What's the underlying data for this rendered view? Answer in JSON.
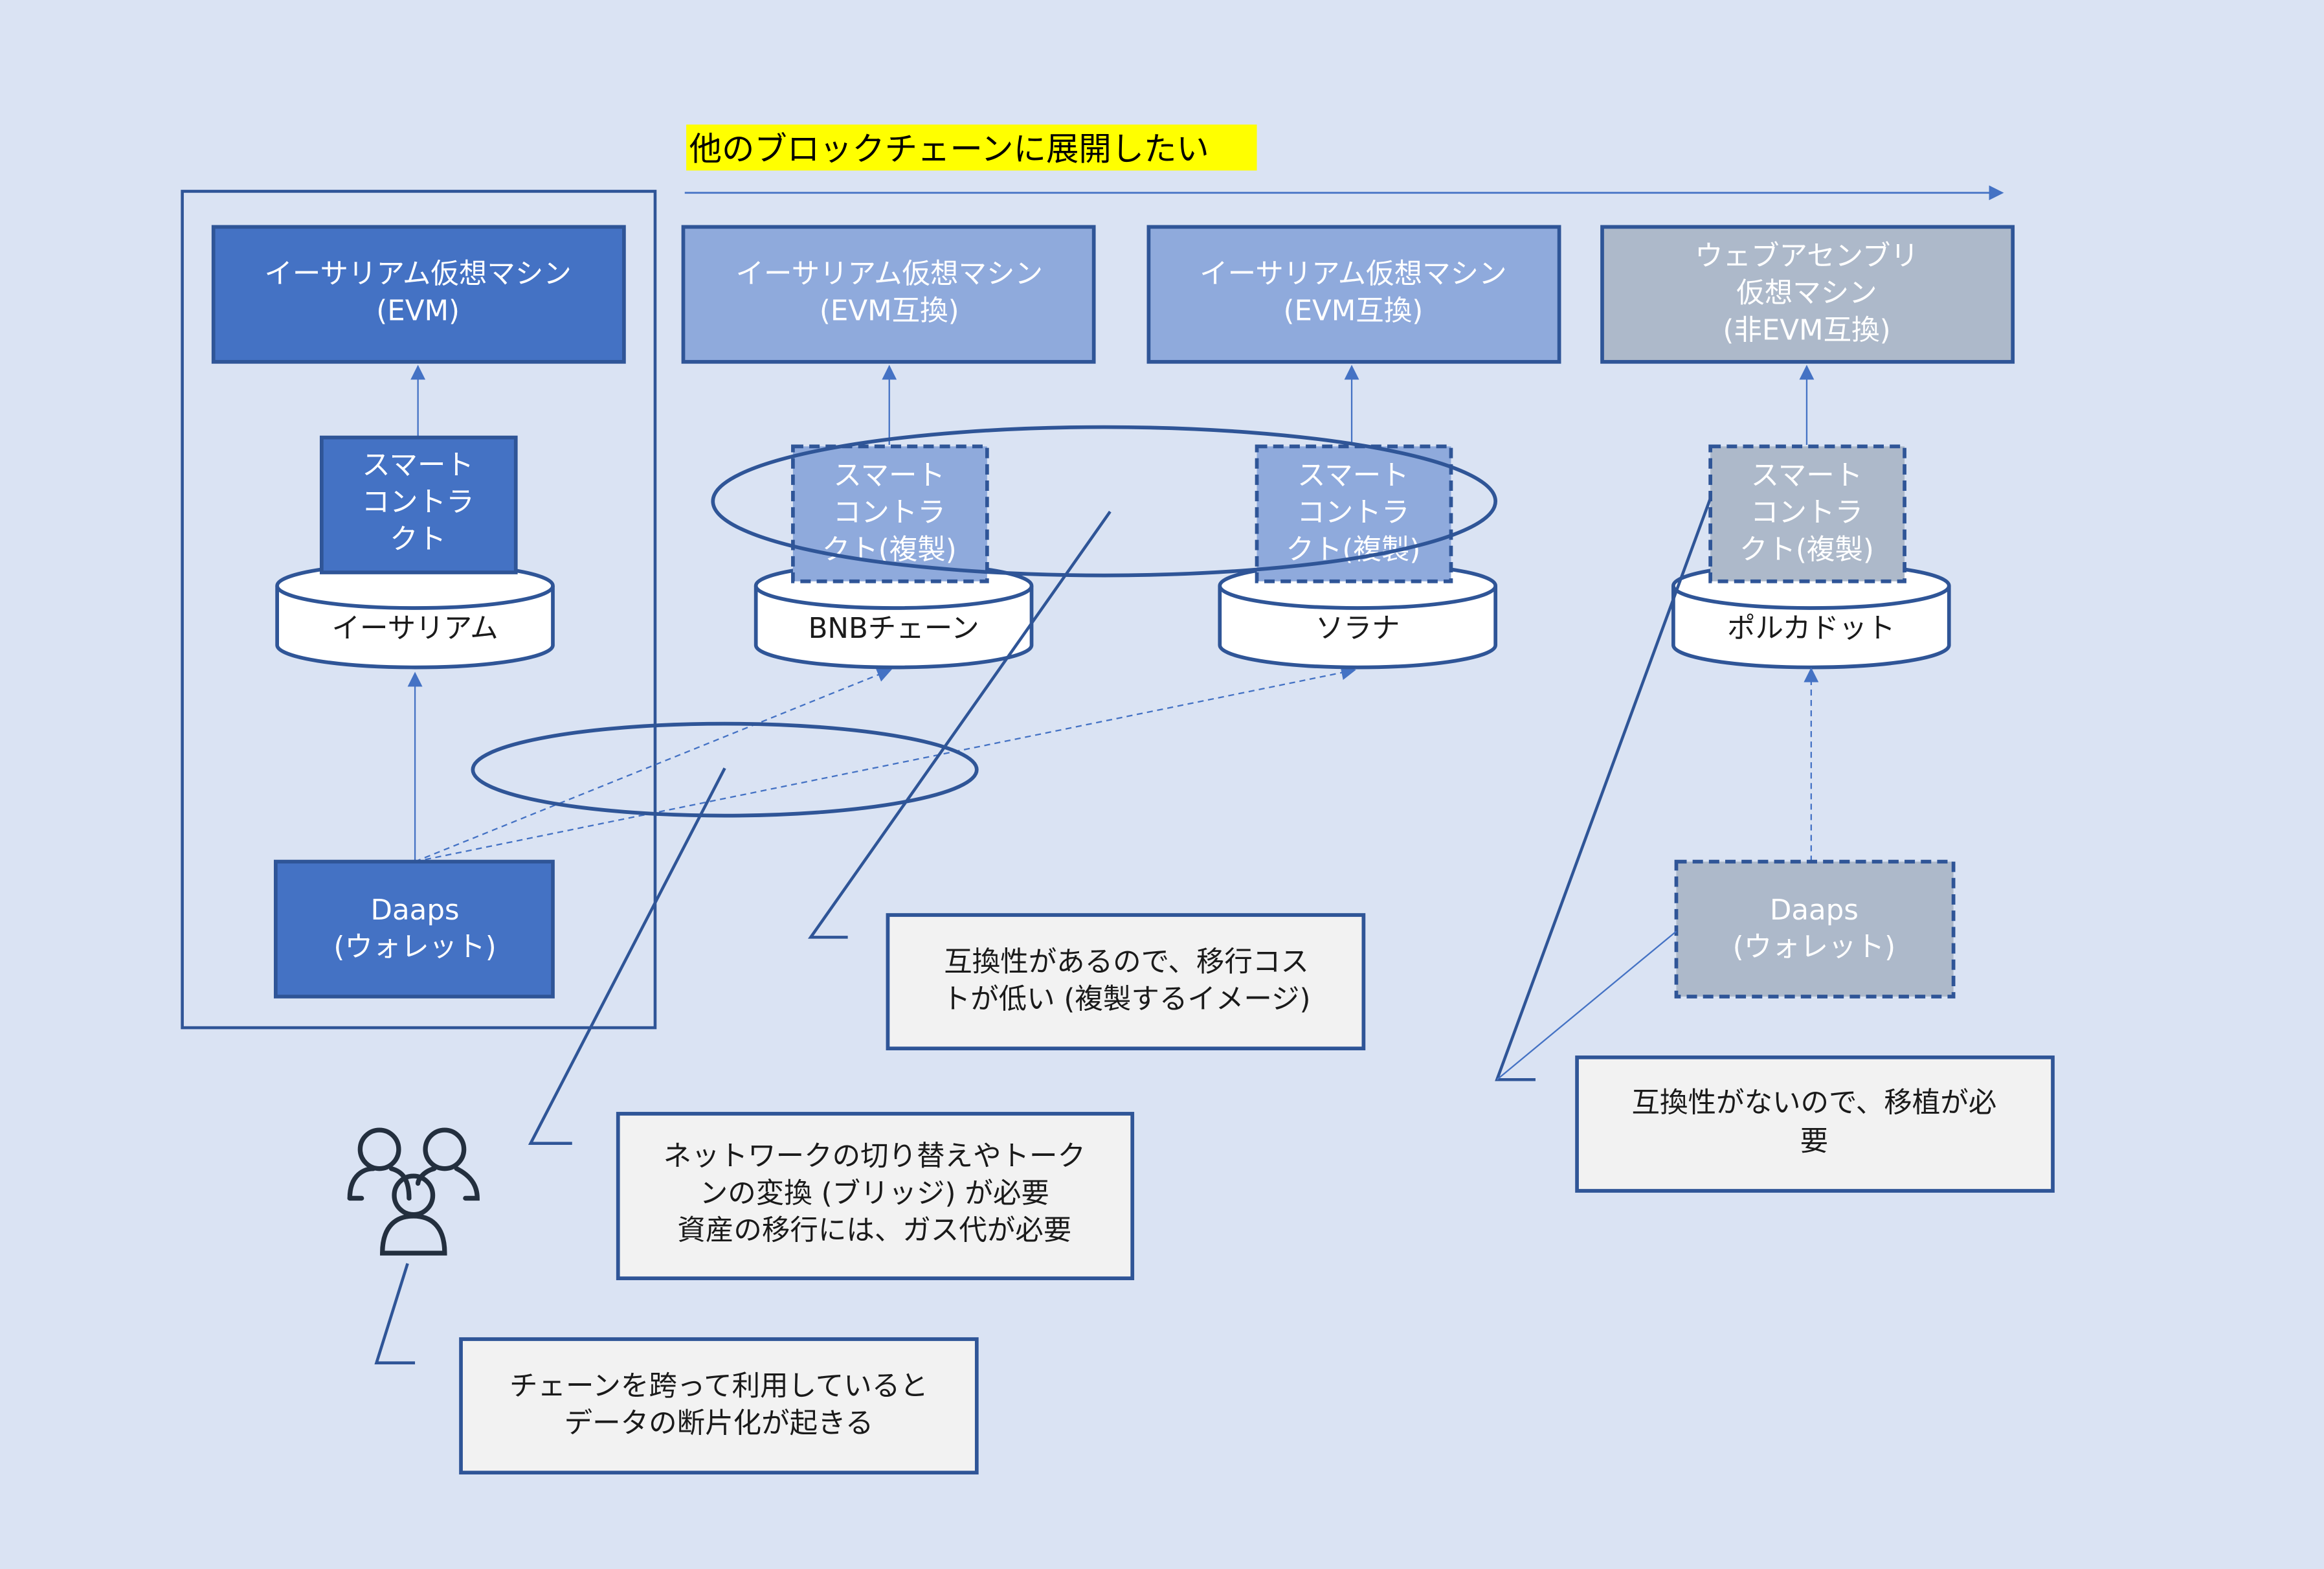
{
  "title": "他のブロックチェーンに展開したい",
  "colors": {
    "background": "#dae3f3",
    "primary": "#4472c4",
    "light_blue": "#8faadc",
    "gray_blue": "#adb9ca",
    "border": "#2f5597",
    "highlight": "#ffff00",
    "note_bg": "#f2f2f2"
  },
  "ethereum": {
    "vm_line1": "イーサリアム仮想マシン",
    "vm_line2": "(EVM)",
    "contract_line1": "スマート",
    "contract_line2": "コントラ",
    "contract_line3": "クト",
    "chain": "イーサリアム",
    "dapp_line1": "Daaps",
    "dapp_line2": "(ウォレット)"
  },
  "bnb": {
    "vm_line1": "イーサリアム仮想マシン",
    "vm_line2": "(EVM互換)",
    "contract_line1": "スマート",
    "contract_line2": "コントラ",
    "contract_line3": "クト(複製)",
    "chain": "BNBチェーン"
  },
  "solana": {
    "vm_line1": "イーサリアム仮想マシン",
    "vm_line2": "(EVM互換)",
    "contract_line1": "スマート",
    "contract_line2": "コントラ",
    "contract_line3": "クト(複製)",
    "chain": "ソラナ"
  },
  "polkadot": {
    "vm_line1": "ウェブアセンブリ",
    "vm_line2": "仮想マシン",
    "vm_line3": "(非EVM互換)",
    "contract_line1": "スマート",
    "contract_line2": "コントラ",
    "contract_line3": "クト(複製)",
    "chain": "ポルカドット",
    "dapp_line1": "Daaps",
    "dapp_line2": "(ウォレット)"
  },
  "notes": {
    "compatible_line1": "互換性があるので、移行コス",
    "compatible_line2": "トが低い (複製するイメージ)",
    "bridge_line1": "ネットワークの切り替えやトーク",
    "bridge_line2": "ンの変換 (ブリッジ) が必要",
    "bridge_line3": "資産の移行には、ガス代が必要",
    "incompatible_line1": "互換性がないので、移植が必",
    "incompatible_line2": "要",
    "fragment_line1": "チェーンを跨って利用していると",
    "fragment_line2": "データの断片化が起きる"
  },
  "icons": {
    "users": "users-group-icon"
  }
}
